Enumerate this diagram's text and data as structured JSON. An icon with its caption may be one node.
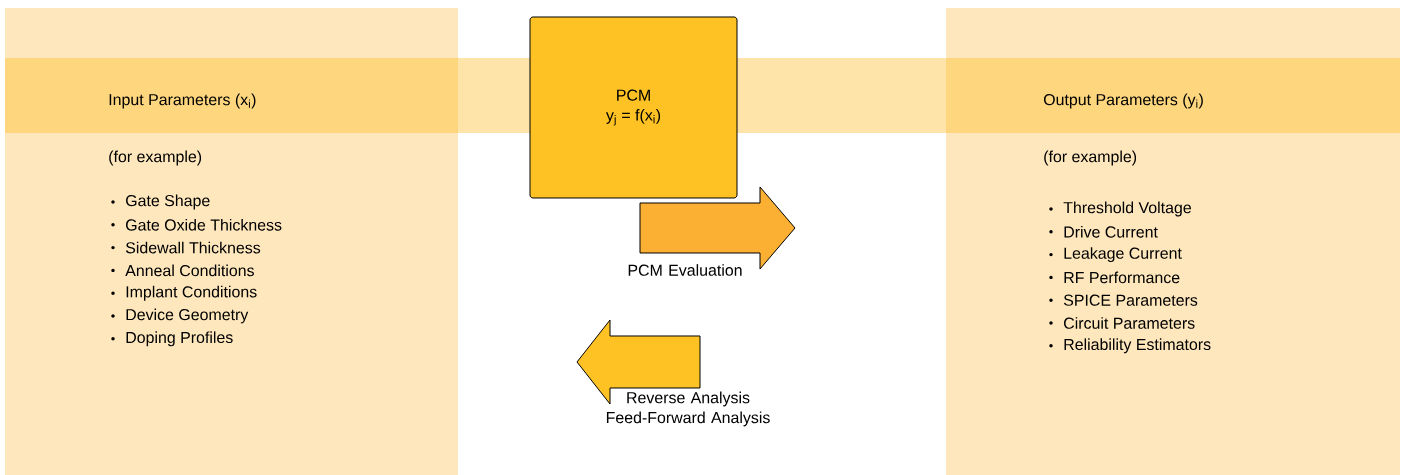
{
  "diagram": {
    "nodes": [
      {
        "text": [
          "Input Parameters (x$_{i}$)",
          "(for example)",
          "Gate Shape",
          "Gate Oxide Thickness",
          "Sidewall Thickness",
          "Anneal Conditions",
          "Implant Conditions",
          "Device Geometry",
          "Doping Profiles"
        ]
      },
      {
        "text": [
          "PCM",
          "y$_{j}$ = f(x$_{i}$)"
        ]
      },
      {
        "text": [
          "Output Parameters (y$_{i}$)",
          "(for example)",
          "Threshold Voltage",
          "Drive Current",
          "Leakage Current",
          "RF Performance",
          "SPICE Parameters",
          "Circuit Parameters",
          "Reliability Estimators"
        ]
      }
    ],
    "labels": [
      "PCM Evaluation",
      "Reverse Analysis Feed-Forward Analysis"
    ]
  }
}
